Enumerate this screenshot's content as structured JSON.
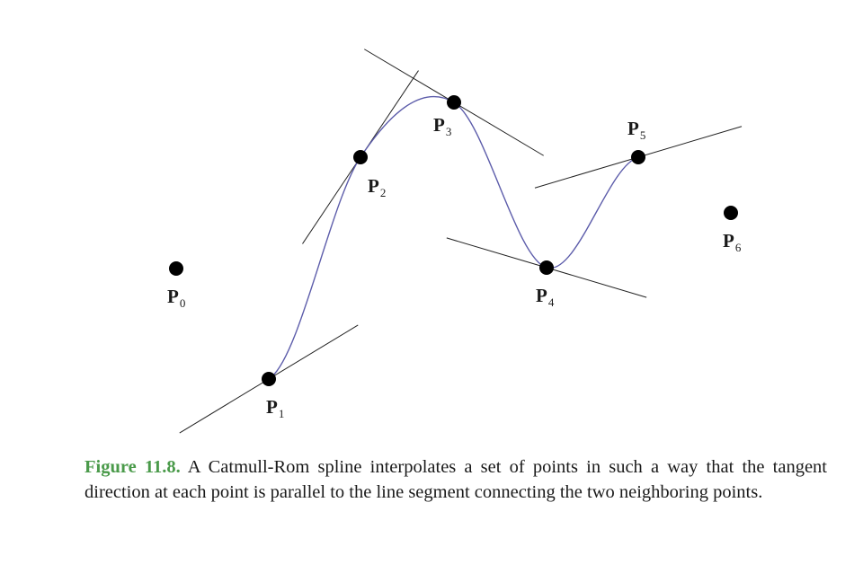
{
  "colors": {
    "curve": "#5c5caa",
    "tangent": "#222222",
    "point": "#000000",
    "caption_label": "#4a9a4a"
  },
  "points": [
    {
      "name": "P",
      "sub": "0"
    },
    {
      "name": "P",
      "sub": "1"
    },
    {
      "name": "P",
      "sub": "2"
    },
    {
      "name": "P",
      "sub": "3"
    },
    {
      "name": "P",
      "sub": "4"
    },
    {
      "name": "P",
      "sub": "5"
    },
    {
      "name": "P",
      "sub": "6"
    }
  ],
  "caption": {
    "label": "Figure 11.8.",
    "text": "A Catmull-Rom spline interpolates a set of points in such a way that the tangent direction at each point is parallel to the line segment connecting the two neighboring points."
  }
}
